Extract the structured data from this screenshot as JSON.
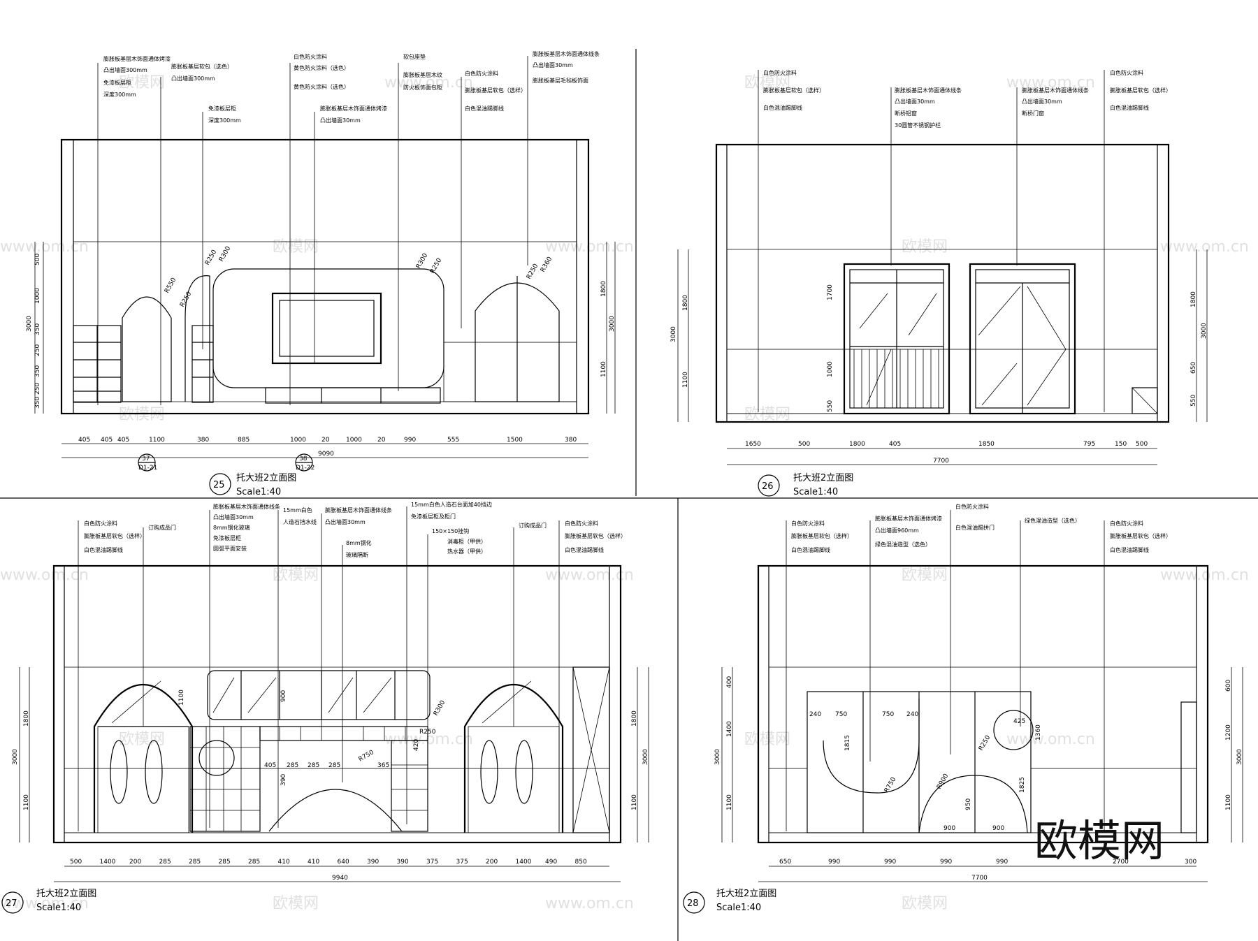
{
  "watermark": {
    "brand_cn": "欧模网",
    "brand_url": "www.om.cn",
    "logo_text": "欧模网"
  },
  "sheets": [
    {
      "id": "25",
      "title": "托大班2立面图",
      "scale": "Scale1:40",
      "notes": [
        "膨胀板基层木饰面通体烤漆",
        "凸出墙面300mm",
        "免漆板层柜",
        "深度300mm",
        "膨胀板基层软包（选色）",
        "凸出墙面300mm",
        "免漆板层柜",
        "深度300mm",
        "白色防火涂料",
        "黄色防火涂料（选色）",
        "黄色防火涂料（选色）",
        "膨胀板基层木饰面通体烤漆",
        "凸出墙面30mm",
        "软包座垫",
        "膨胀板基层木纹",
        "防火板饰面包柜",
        "白色防火涂料",
        "膨胀板基层软包（选样）",
        "白色混油踢脚线",
        "膨胀板基层木饰面通体线条",
        "凸出墙面30mm",
        "膨胀板基层毛毡板饰面"
      ],
      "dims_bottom": [
        "405",
        "405",
        "405",
        "1100",
        "380",
        "885",
        "1000",
        "20",
        "1000",
        "20",
        "990",
        "555",
        "1500",
        "380"
      ],
      "total": "9090",
      "dims_left": [
        "500",
        "1000",
        "350",
        "250",
        "350",
        "250",
        "350",
        "3000"
      ],
      "dims_right": [
        "1800",
        "1100",
        "3000"
      ],
      "callouts": [
        {
          "num": "37",
          "ref": "D1-21"
        },
        {
          "num": "38",
          "ref": "D1-22"
        }
      ],
      "radius_labels": [
        "R250",
        "R300",
        "R250",
        "R300",
        "R250",
        "R360",
        "R250",
        "R550"
      ]
    },
    {
      "id": "26",
      "title": "托大班2立面图",
      "scale": "Scale1:40",
      "notes": [
        "白色防火涂料",
        "膨胀板基层软包（选样）",
        "白色混油踢脚线",
        "膨胀板基层木饰面通体线条",
        "凸出墙面30mm",
        "断桥铝窗",
        "30圆管不锈钢护栏",
        "膨胀板基层木饰面通体线条",
        "凸出墙面30mm",
        "断桥门窗",
        "白色防火涂料",
        "膨胀板基层软包（选样）",
        "白色混油踢脚线"
      ],
      "dims_bottom": [
        "1650",
        "500",
        "1800",
        "405",
        "1850",
        "795",
        "150",
        "500"
      ],
      "total": "7700",
      "dims_left": [
        "1800",
        "1100",
        "3000"
      ],
      "dims_right": [
        "1800",
        "650",
        "550",
        "3000"
      ],
      "dims_inner": [
        "1700",
        "1000",
        "550"
      ]
    },
    {
      "id": "27",
      "title": "托大班2立面图",
      "scale": "Scale1:40",
      "notes": [
        "白色防火涂料",
        "膨胀板基层软包（选样）",
        "白色混油踢脚线",
        "订购成品门",
        "膨胀板基层木饰面通体线条",
        "凸出墙面30mm",
        "8mm钢化玻璃",
        "免漆板层柜",
        "圆弧平面安装",
        "15mm白色",
        "人造石挡水线",
        "膨胀板基层木饰面通体线条",
        "凸出墙面30mm",
        "8mm钢化",
        "玻璃隔断",
        "15mm白色人造石台面加40挡边",
        "免漆板层柜及柜门",
        "150×150挂钩",
        "消毒柜（甲供）",
        "热水器（甲供）",
        "订购成品门",
        "白色防火涂料",
        "膨胀板基层软包（选样）",
        "白色混油踢脚线"
      ],
      "dims_bottom": [
        "500",
        "1400",
        "200",
        "285",
        "285",
        "285",
        "285",
        "410",
        "410",
        "640",
        "390",
        "390",
        "375",
        "375",
        "200",
        "1400",
        "490",
        "850"
      ],
      "total": "9940",
      "dims_left": [
        "1800",
        "1100",
        "3000"
      ],
      "dims_right": [
        "1800",
        "1100",
        "3000"
      ],
      "dims_inner": [
        "1100",
        "900",
        "390",
        "420",
        "405",
        "285",
        "285",
        "285",
        "365"
      ],
      "radius_labels": [
        "R300",
        "R750",
        "R250"
      ]
    },
    {
      "id": "28",
      "title": "托大班2立面图",
      "scale": "Scale1:40",
      "notes": [
        "白色防火涂料",
        "膨胀板基层软包（选样）",
        "白色混油踢脚线",
        "膨胀板基层木饰面通体烤漆",
        "凸出墙面960mm",
        "绿色混油造型（选色）",
        "白色防火涂料",
        "白色混油踢拼门",
        "绿色混油造型（选色）",
        "白色防火涂料",
        "膨胀板基层软包（选样）",
        "白色混油踢脚线"
      ],
      "dims_bottom": [
        "650",
        "990",
        "990",
        "990",
        "990",
        "2700",
        "300"
      ],
      "total": "7700",
      "dims_left": [
        "400",
        "1400",
        "1100",
        "3000"
      ],
      "dims_right": [
        "600",
        "1200",
        "1100",
        "3000"
      ],
      "dims_inner": [
        "240",
        "750",
        "750",
        "240",
        "1815",
        "425",
        "1360",
        "1825",
        "900",
        "900",
        "950"
      ],
      "radius_labels": [
        "R750",
        "R250",
        "R900"
      ]
    }
  ]
}
